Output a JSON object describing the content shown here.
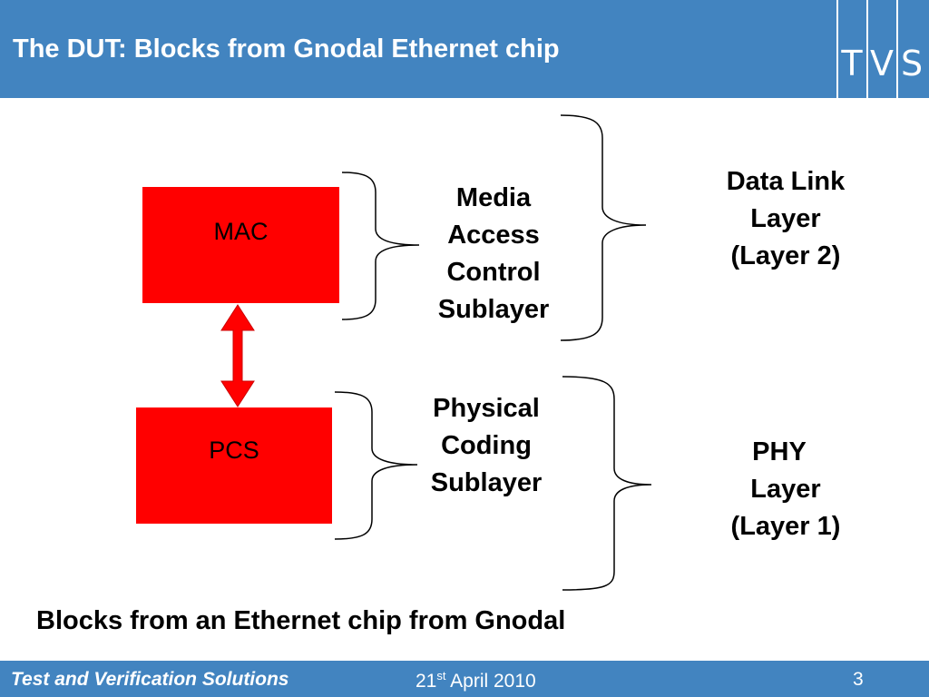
{
  "header": {
    "title": "The DUT: Blocks from Gnodal Ethernet chip",
    "logo_letters": [
      "T",
      "V",
      "S"
    ]
  },
  "blocks": {
    "mac": "MAC",
    "pcs": "PCS"
  },
  "sublayers": {
    "mac": [
      "Media",
      "Access",
      "Control",
      "Sublayer"
    ],
    "pcs": [
      "Physical",
      "Coding",
      "Sublayer"
    ]
  },
  "layers": {
    "data_link": [
      "Data Link",
      "Layer",
      "(Layer 2)"
    ],
    "phy": [
      "PHY",
      "Layer",
      "(Layer 1)"
    ]
  },
  "caption": "Blocks from an Ethernet chip from Gnodal",
  "footer": {
    "company": "Test and Verification Solutions",
    "date_day": "21",
    "date_suffix": "st",
    "date_rest": " April 2010",
    "page": "3"
  },
  "colors": {
    "header_bg": "#4284c0",
    "block_fill": "#ff0000"
  }
}
